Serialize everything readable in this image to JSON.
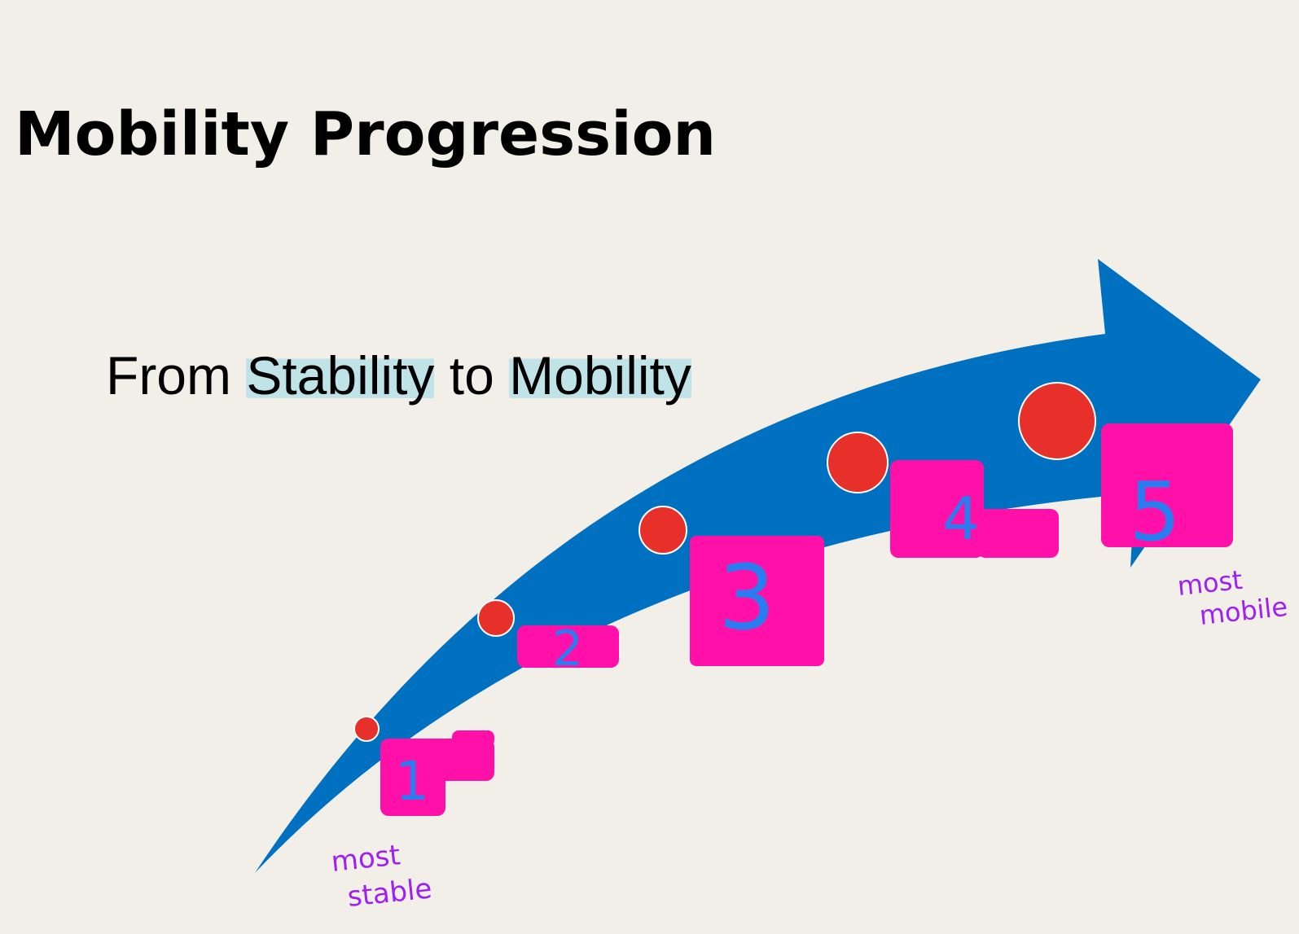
{
  "title": "Mobility Progression",
  "subtitle": {
    "before": "From ",
    "word1": "Stability",
    "middle": " to ",
    "word2": "Mobility"
  },
  "steps": [
    {
      "label": "1"
    },
    {
      "label": "2"
    },
    {
      "label": "3"
    },
    {
      "label": "4"
    },
    {
      "label": "5"
    }
  ],
  "annotations": {
    "start_line1": "most",
    "start_line2": "stable",
    "end_line1": "most",
    "end_line2": "mobile"
  },
  "colors": {
    "background": "#f2efe9",
    "arrow": "#0070c0",
    "dots": "#e8302a",
    "redaction": "#ff10a8",
    "numbers": "#2a7df0",
    "handwriting": "#a020f0",
    "highlight": "#bfe3e6"
  }
}
